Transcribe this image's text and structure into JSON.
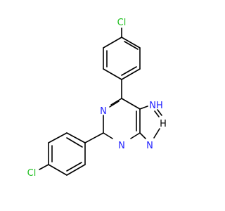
{
  "molecule": {
    "atom_labels": {
      "cl_top": "Cl",
      "cl_bottom": "Cl",
      "nh": "NH",
      "h": "H",
      "n_pyrimidine_left": "N",
      "n_pyrimidine_bottom": "N",
      "n_imidazole": "N"
    },
    "colors": {
      "bond": "#000000",
      "chlorine": "#1fbf1f",
      "nitrogen": "#2222ff"
    }
  }
}
